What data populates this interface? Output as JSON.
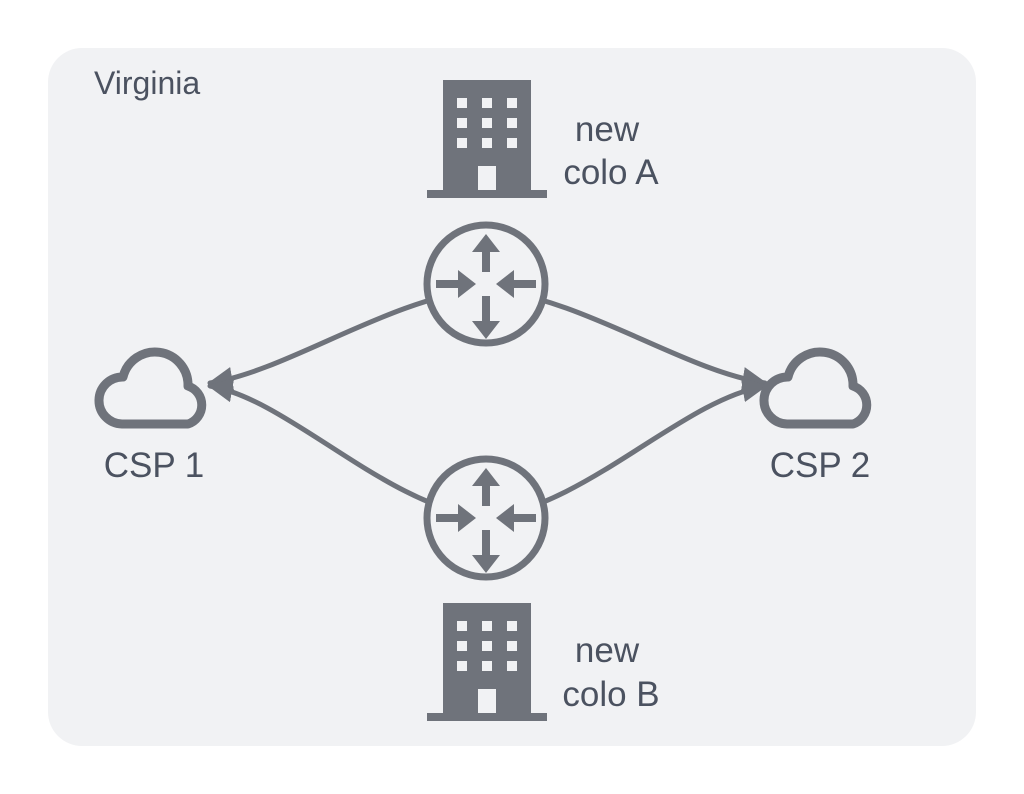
{
  "region": {
    "label": "Virginia"
  },
  "colos": [
    {
      "label_line1": "new",
      "label_line2": "colo A"
    },
    {
      "label_line1": "new",
      "label_line2": "colo B"
    }
  ],
  "clouds": [
    {
      "label": "CSP 1"
    },
    {
      "label": "CSP 2"
    }
  ],
  "colors": {
    "background": "#f1f2f4",
    "icon": "#6f737b",
    "text": "#4b5260"
  }
}
